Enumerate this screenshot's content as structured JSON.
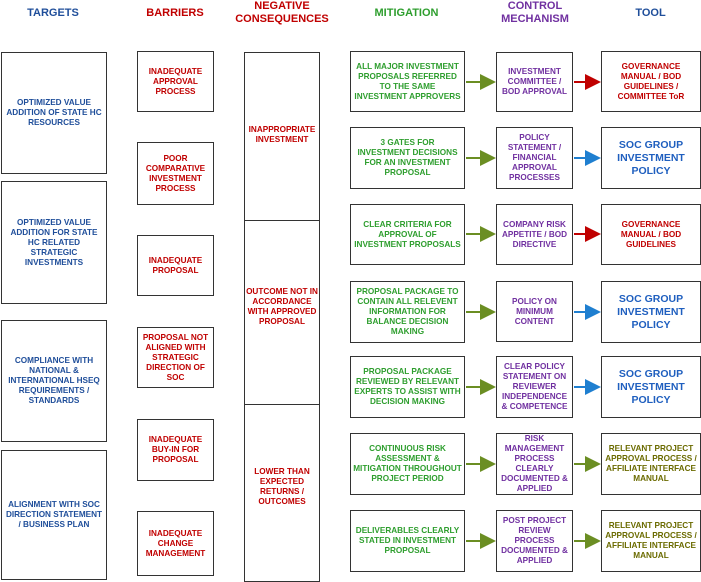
{
  "headers": {
    "targets": "TARGETS",
    "barriers": "BARRIERS",
    "negative_line1": "NEGATIVE",
    "negative_line2": "CONSEQUENCES",
    "mitigation": "MITIGATION",
    "control_line1": "CONTROL",
    "control_line2": "MECHANISM",
    "tool": "TOOL"
  },
  "colors": {
    "header_blue": "#1f4e9a",
    "barrier_red": "#c00000",
    "mitigation_green": "#2e9e2e",
    "control_purple": "#7030a0",
    "arrow_green": "#6b8e23",
    "arrow_blue": "#1f7fd0",
    "arrow_red": "#c00000"
  },
  "targets": [
    "OPTIMIZED VALUE ADDITION OF STATE HC RESOURCES",
    "OPTIMIZED VALUE ADDITION FOR STATE HC RELATED STRATEGIC INVESTMENTS",
    "COMPLIANCE WITH NATIONAL & INTERNATIONAL HSEQ REQUIREMENTS / STANDARDS",
    "ALIGNMENT WITH SOC DIRECTION STATEMENT / BUSINESS PLAN"
  ],
  "barriers": [
    "INADEQUATE APPROVAL PROCESS",
    "POOR COMPARATIVE INVESTMENT PROCESS",
    "INADEQUATE PROPOSAL",
    "PROPOSAL NOT ALIGNED WITH STRATEGIC DIRECTION OF SOC",
    "INADEQUATE BUY-IN FOR PROPOSAL",
    "INADEQUATE CHANGE MANAGEMENT"
  ],
  "negative": [
    "INAPPROPRIATE INVESTMENT",
    "OUTCOME NOT IN ACCORDANCE WITH APPROVED PROPOSAL",
    "LOWER THAN EXPECTED RETURNS / OUTCOMES"
  ],
  "mitigation": [
    "ALL MAJOR INVESTMENT PROPOSALS REFERRED TO THE SAME INVESTMENT APPROVERS",
    "3 GATES FOR INVESTMENT DECISIONS FOR AN INVESTMENT PROPOSAL",
    "CLEAR CRITERIA FOR APPROVAL OF INVESTMENT PROPOSALS",
    "PROPOSAL PACKAGE TO CONTAIN ALL RELEVENT INFORMATION FOR BALANCE DECISION MAKING",
    "PROPOSAL PACKAGE REVIEWED BY RELEVANT EXPERTS TO ASSIST WITH DECISION MAKING",
    "CONTINUOUS RISK ASSESSMENT & MITIGATION THROUGHOUT PROJECT PERIOD",
    "DELIVERABLES CLEARLY STATED IN INVESTMENT PROPOSAL"
  ],
  "control": [
    "INVESTMENT COMMITTEE / BOD APPROVAL",
    "POLICY STATEMENT / FINANCIAL APPROVAL PROCESSES",
    "COMPANY RISK APPETITE / BOD DIRECTIVE",
    "POLICY ON MINIMUM CONTENT",
    "CLEAR POLICY STATEMENT ON REVIEWER INDEPENDENCE & COMPETENCE",
    "RISK MANAGEMENT PROCESS CLEARLY DOCUMENTED & APPLIED",
    "POST PROJECT REVIEW PROCESS DOCUMENTED & APPLIED"
  ],
  "tool": [
    "GOVERNANCE MANUAL / BOD GUIDELINES / COMMITTEE ToR",
    "SOC GROUP INVESTMENT POLICY",
    "GOVERNANCE MANUAL / BOD GUIDELINES",
    "SOC GROUP INVESTMENT POLICY",
    "SOC GROUP INVESTMENT POLICY",
    "RELEVANT PROJECT APPROVAL PROCESS / AFFILIATE INTERFACE MANUAL",
    "RELEVANT PROJECT APPROVAL PROCESS / AFFILIATE INTERFACE MANUAL"
  ],
  "tool_styles": [
    "red",
    "blue",
    "red",
    "blue",
    "blue",
    "olive",
    "olive"
  ]
}
